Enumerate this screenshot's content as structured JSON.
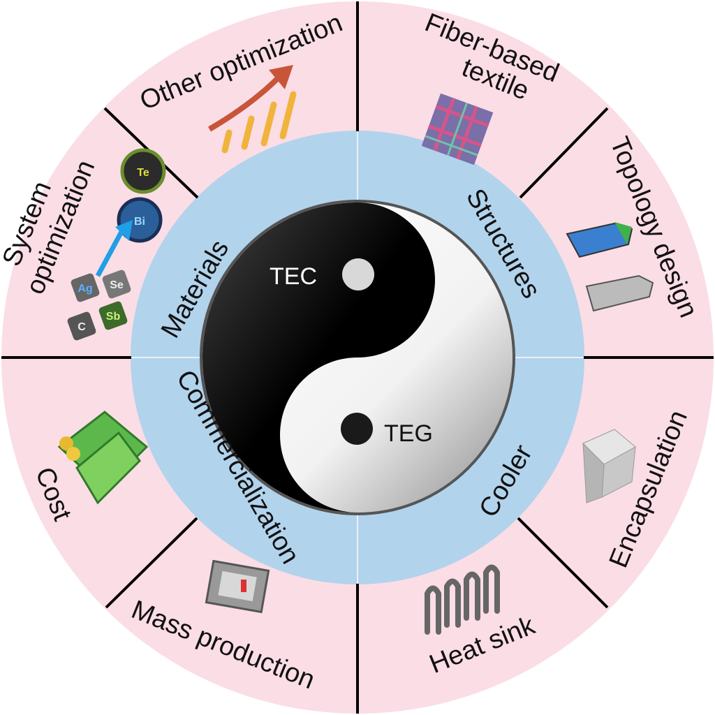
{
  "center": {
    "top_label": "TEC",
    "bottom_label": "TEG"
  },
  "inner_ring": [
    "Materials",
    "Structures",
    "Cooler",
    "Commercialization"
  ],
  "outer_ring": {
    "other_optimization": "Other optimization",
    "fiber_textile_line1": "Fiber-based",
    "fiber_textile_line2": "textile",
    "topology_design": "Topology design",
    "encapsulation": "Encapsulation",
    "heat_sink": "Heat sink",
    "mass_production": "Mass production",
    "cost": "Cost",
    "system_optimization_line1": "System",
    "system_optimization_line2": "optimization"
  },
  "elements": [
    "Te",
    "Bi",
    "Ag",
    "Se",
    "C",
    "Sb"
  ],
  "colors": {
    "outer": "#fbdde6",
    "inner": "#b2d3ec",
    "arrow": "#c8553a",
    "bars": "#f0b43c"
  }
}
